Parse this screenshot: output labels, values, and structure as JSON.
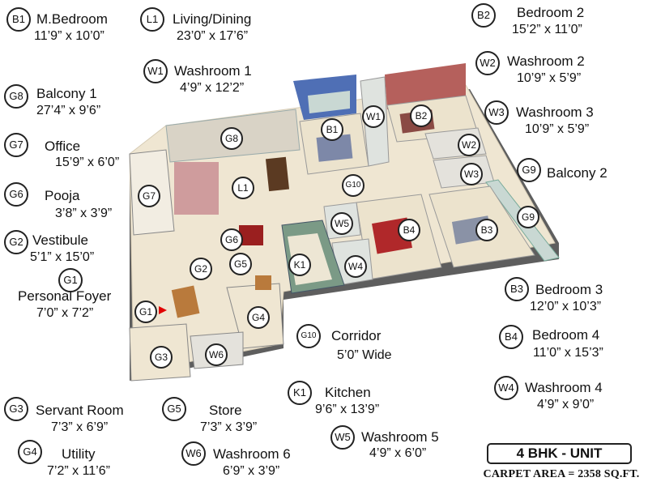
{
  "legend": [
    {
      "code": "B1",
      "name": "M.Bedroom",
      "dim": "11’9” x 10’0”"
    },
    {
      "code": "L1",
      "name": "Living/Dining",
      "dim": "23’0” x 17’6”"
    },
    {
      "code": "W1",
      "name": "Washroom 1",
      "dim": "4’9” x 12’2”"
    },
    {
      "code": "G8",
      "name": "Balcony 1",
      "dim": "27’4” x 9’6”"
    },
    {
      "code": "G7",
      "name": "Office",
      "dim": "15’9” x 6’0”"
    },
    {
      "code": "G6",
      "name": "Pooja",
      "dim": "3’8” x 3’9”"
    },
    {
      "code": "G2",
      "name": "Vestibule",
      "dim": "5’1” x 15’0”"
    },
    {
      "code": "G1",
      "name": "Personal Foyer",
      "dim": "7’0” x 7’2”"
    },
    {
      "code": "B2",
      "name": "Bedroom 2",
      "dim": "15’2” x 11’0”"
    },
    {
      "code": "W2",
      "name": "Washroom 2",
      "dim": "10’9” x 5’9”"
    },
    {
      "code": "W3",
      "name": "Washroom 3",
      "dim": "10’9” x 5’9”"
    },
    {
      "code": "G9",
      "name": "Balcony 2",
      "dim": ""
    },
    {
      "code": "B3",
      "name": "Bedroom 3",
      "dim": "12’0” x 10’3”"
    },
    {
      "code": "B4",
      "name": "Bedroom 4",
      "dim": "11’0” x 15’3”"
    },
    {
      "code": "W4",
      "name": "Washroom 4",
      "dim": "4’9” x 9’0”"
    },
    {
      "code": "G10",
      "name": "Corridor",
      "dim": "5’0” Wide"
    },
    {
      "code": "K1",
      "name": "Kitchen",
      "dim": "9’6” x 13’9”"
    },
    {
      "code": "W5",
      "name": "Washroom 5",
      "dim": "4’9” x 6’0”"
    },
    {
      "code": "G3",
      "name": "Servant Room",
      "dim": "7’3” x 6’9”"
    },
    {
      "code": "G5",
      "name": "Store",
      "dim": "7’3” x 3’9”"
    },
    {
      "code": "W6",
      "name": "Washroom 6",
      "dim": "6’9” x 3’9”"
    },
    {
      "code": "G4",
      "name": "Utility",
      "dim": "7’2” x 11’6”"
    }
  ],
  "plan_tags": [
    "G8",
    "B1",
    "W1",
    "B2",
    "W2",
    "W3",
    "G9",
    "L1",
    "G10",
    "G7",
    "G6",
    "W5",
    "B4",
    "B3",
    "G5",
    "K1",
    "W4",
    "G2",
    "G1",
    "G4",
    "G3",
    "W6"
  ],
  "unit_label": "4 BHK - UNIT",
  "carpet_area": "CARPET AREA = 2358 SQ.FT.",
  "colors": {
    "floor": "#efe6d2",
    "wall": "#f4f1ea",
    "wall_shadow": "#6b6b6b",
    "accent_blue": "#4f6fb5",
    "accent_red": "#b5605c",
    "kitchen_top": "#7b9a86",
    "glass": "#c9d8d3"
  }
}
